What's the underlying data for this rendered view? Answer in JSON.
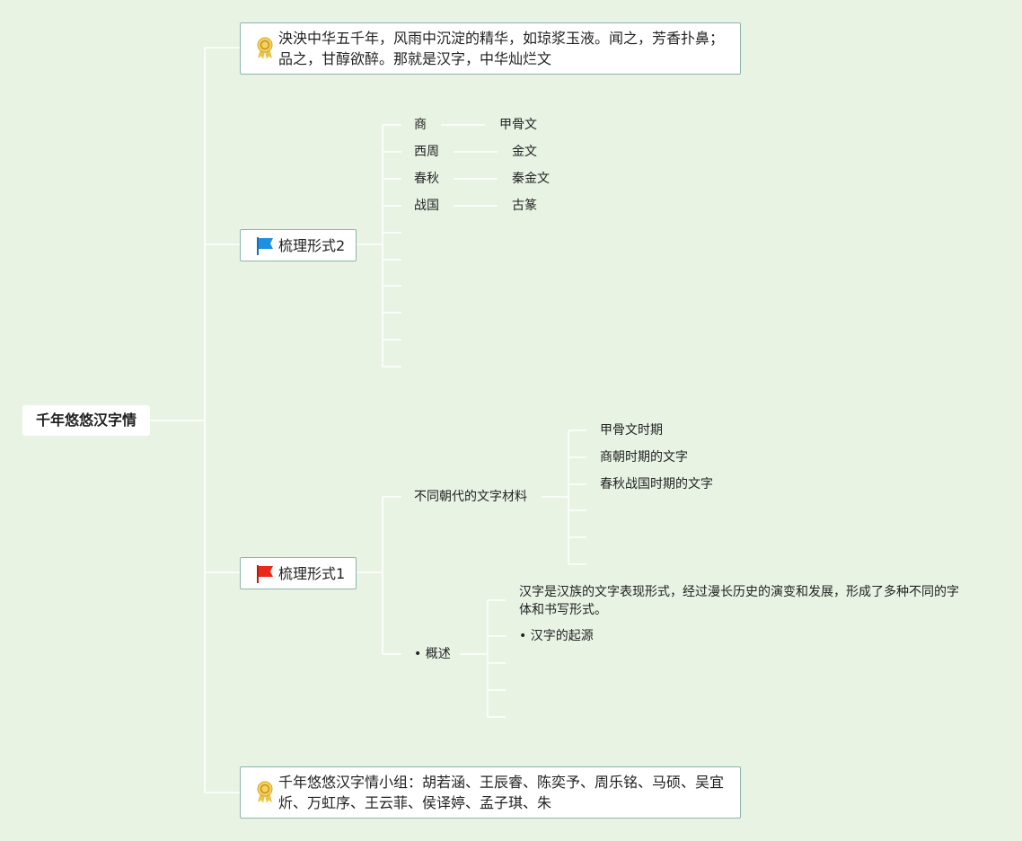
{
  "root": {
    "label": "千年悠悠汉字情"
  },
  "top_note": {
    "text": "泱泱中华五千年，风雨中沉淀的精华，如琼浆玉液。闻之，芳香扑鼻；品之，甘醇欲醉。那就是汉字，中华灿烂文",
    "icon": "award-ribbon-icon"
  },
  "branch2": {
    "label": "梳理形式2",
    "icon": "blue-flag-icon",
    "dynasties": [
      "商",
      "西周",
      "春秋",
      "战国"
    ],
    "scripts": [
      "甲骨文",
      "金文",
      "秦金文",
      "古篆"
    ]
  },
  "branch1": {
    "label": "梳理形式1",
    "icon": "red-flag-icon",
    "materials": {
      "label": "不同朝代的文字材料",
      "items": [
        "甲骨文时期",
        "商朝时期的文字",
        "春秋战国时期的文字"
      ]
    },
    "overview": {
      "label": "• 概述",
      "desc": "汉字是汉族的文字表现形式，经过漫长历史的演变和发展，形成了多种不同的字体和书写形式。",
      "origin": "• 汉字的起源"
    }
  },
  "bottom_note": {
    "text": "千年悠悠汉字情小组：胡若涵、王辰睿、陈奕予、周乐铭、马硕、吴宜炘、万虹序、王云菲、侯译婷、孟子琪、朱",
    "icon": "award-ribbon-icon"
  },
  "colors": {
    "background": "#e8f3e4",
    "line": "#ffffff",
    "border": "#8fb3ac",
    "flag_blue": "#1e90e0",
    "flag_red": "#e8291c"
  }
}
